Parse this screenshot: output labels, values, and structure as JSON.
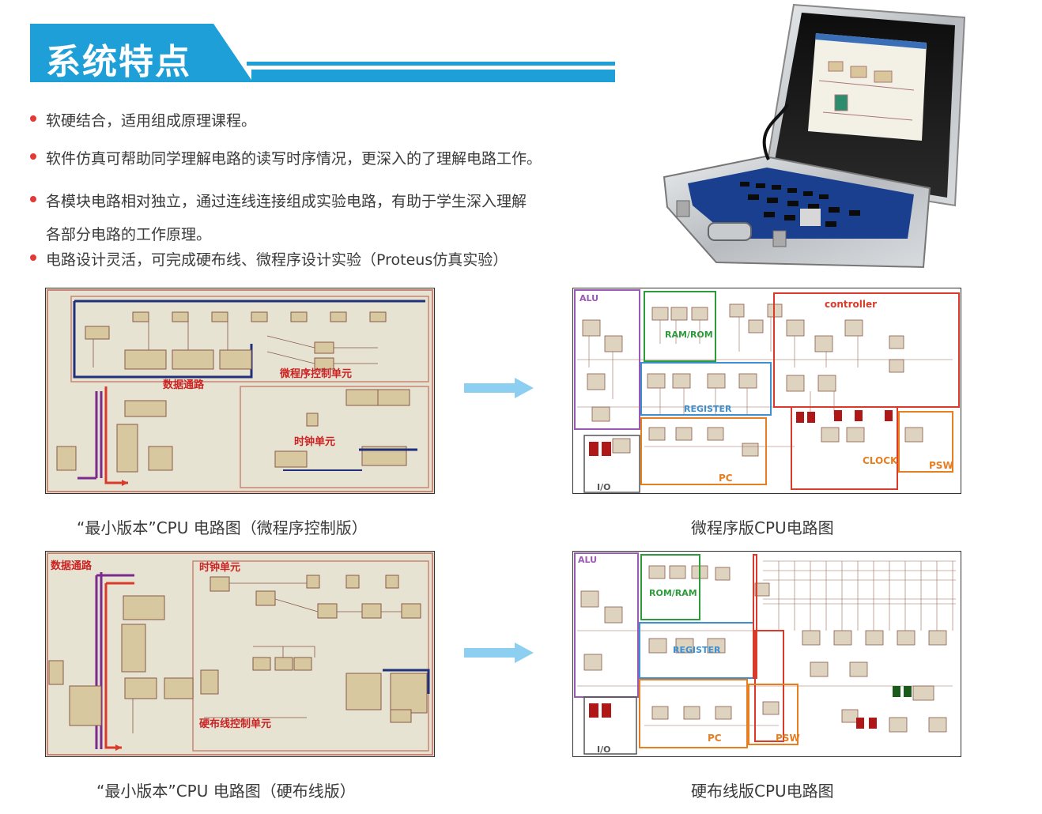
{
  "header": {
    "title": "系统特点"
  },
  "features": [
    {
      "text": "软硬结合，适用组成原理课程。"
    },
    {
      "text": "软件仿真可帮助同学理解电路的读写时序情况，更深入的了理解电路工作。"
    },
    {
      "text": "各模块电路相对独立，通过连线连接组成实验电路，有助于学生深入理解",
      "continuation": "各部分电路的工作原理。"
    },
    {
      "text": "电路设计灵活，可完成硬布线、微程序设计实验（Proteus仿真实验）"
    }
  ],
  "panels": {
    "p1": {
      "caption": "“最小版本”CPU 电路图（微程序控制版）",
      "labels": {
        "microprog": "微程序控制单元",
        "datapath": "数据通路",
        "clock": "时钟单元"
      }
    },
    "p2": {
      "caption": "微程序版CPU电路图",
      "labels": {
        "alu": "ALU",
        "ram": "RAM/ROM",
        "controller": "controller",
        "register": "REGISTER",
        "pc": "PC",
        "clock": "CLOCK",
        "psw": "PSW",
        "io": "I/O"
      }
    },
    "p3": {
      "caption": "“最小版本”CPU 电路图（硬布线版）",
      "labels": {
        "datapath": "数据通路",
        "clock": "时钟单元",
        "hardwired": "硬布线控制单元"
      }
    },
    "p4": {
      "caption": "硬布线版CPU电路图",
      "labels": {
        "alu": "ALU",
        "rom": "ROM/RAM",
        "register": "REGISTER",
        "pc": "PC",
        "psw": "PSW",
        "io": "I/O"
      }
    }
  },
  "colors": {
    "accent": "#1e9fd8",
    "bullet": "#e03a3a",
    "arrow": "#8ccff0",
    "schematic_bg": "#e6e3d3"
  }
}
